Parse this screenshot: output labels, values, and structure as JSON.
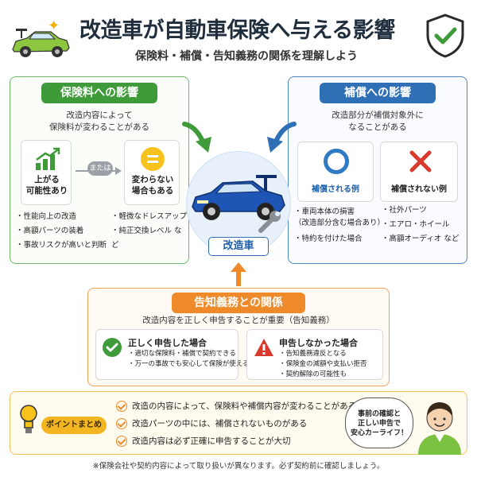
{
  "header": {
    "title": "改造車が自動車保険へ与える影響",
    "subtitle": "保険料・補償・告知義務の関係を理解しよう"
  },
  "premium": {
    "heading": "保険料への影響",
    "description": "改造内容によって\n保険料が変わることがある",
    "up_label": "上がる\n可能性あり",
    "or_label": "または",
    "same_label": "変わらない\n場合もある",
    "list_a": [
      "・性能向上の改造",
      "・高額パーツの装着",
      "・事故リスクが高いと判断"
    ],
    "list_b": [
      "・軽微なドレスアップ",
      "・純正交換レベル など"
    ]
  },
  "coverage": {
    "heading": "補償への影響",
    "description": "改造部分が補償対象外に\nなることがある",
    "covered_label": "補償される例",
    "not_covered_label": "補償されない例",
    "covered_list": [
      "・車両本体の損害\n（改造部分含む場合あり）",
      "・特約を付けた場合"
    ],
    "not_covered_list": [
      "・社外パーツ",
      "・エアロ・ホイール",
      "・高額オーディオ など"
    ]
  },
  "center": {
    "label": "改造車"
  },
  "disclosure": {
    "heading": "告知義務との関係",
    "description": "改造内容を正しく申告することが重要（告知義務）",
    "ok_title": "正しく申告した場合",
    "ok_list": [
      "・適切な保険料・補償で契約できる",
      "・万一の事故でも安心して保険が使える"
    ],
    "ng_title": "申告しなかった場合",
    "ng_list": [
      "・告知義務違反となる",
      "・保険金の減額や支払い拒否",
      "・契約解除の可能性も"
    ]
  },
  "summary": {
    "badge": "ポイントまとめ",
    "items": [
      "改造の内容によって、保険料や補償内容が変わることがある",
      "改造パーツの中には、補償されないものがある",
      "改造内容は必ず正確に申告することが大切"
    ],
    "bubble": "事前の確認と\n正しい申告で\n安心カーライフ！"
  },
  "footnote": "※保険会社や契約内容によって取り扱いが異なります。必ず契約前に確認しましょう。",
  "colors": {
    "green": "#3f9b3a",
    "blue": "#2f6fb6",
    "orange": "#ee8a2a",
    "yellow": "#f2b623",
    "red": "#d83a2e"
  },
  "icons": [
    "car-icon",
    "shield-check-icon",
    "bar-chart-up-icon",
    "equal-icon",
    "circle-icon",
    "cross-icon",
    "wrench-icon",
    "check-icon",
    "warning-icon",
    "lightbulb-icon",
    "person-icon"
  ]
}
